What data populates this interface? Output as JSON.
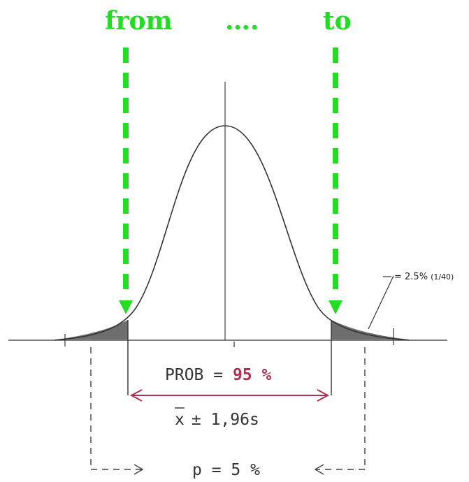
{
  "labels": {
    "from": "from",
    "dots": "….",
    "to": "to",
    "prob_prefix": "PROB = ",
    "prob_value": "95 %",
    "xbar": "x",
    "interval_rest": "± 1,96s",
    "p_label": "p = 5 %",
    "tail_note_main": "= 2.5%",
    "tail_note_paren": "(1/40)"
  },
  "colors": {
    "green": "#22dd22",
    "red": "#b03050",
    "ink": "#333333",
    "shade": "#555555"
  }
}
